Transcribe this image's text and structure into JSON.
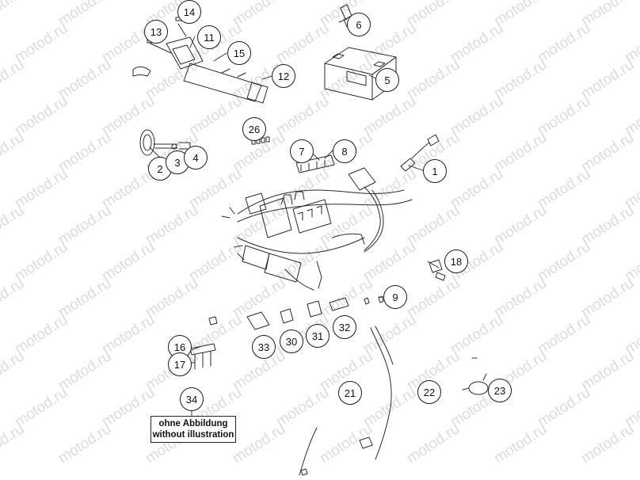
{
  "watermark": "motod.ru",
  "callouts": [
    "14",
    "6",
    "13",
    "11",
    "15",
    "12",
    "5",
    "26",
    "7",
    "8",
    "1",
    "2",
    "3",
    "4",
    "18",
    "9",
    "16",
    "17",
    "33",
    "30",
    "31",
    "32",
    "34",
    "21",
    "22",
    "23"
  ],
  "note": {
    "line1": "ohne Abbildung",
    "line2": "without illustration"
  },
  "colors": {
    "line": "#2a2a2a",
    "watermark": "#dcdcdc"
  }
}
